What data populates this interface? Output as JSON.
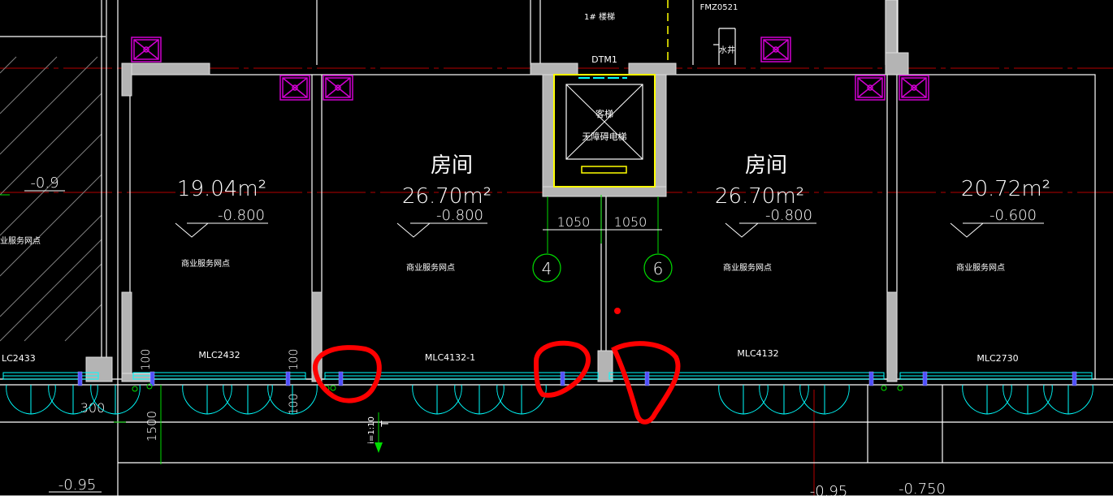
{
  "drawing": {
    "stair_label": "1# 楼梯",
    "door_fmz": "FMZ0521",
    "water_well": "水井",
    "door_dtm": "DTM1",
    "elevator_top": "客梯",
    "elevator_bottom": "无障碍电梯",
    "rooms": [
      {
        "area": "19.04m²",
        "elev": "-0.800",
        "use": "商业服务网点",
        "window": "MLC2432"
      },
      {
        "name": "房间",
        "area": "26.70m²",
        "elev": "-0.800",
        "use": "商业服务网点",
        "window": "MLC4132-1"
      },
      {
        "name": "房间",
        "area": "26.70m²",
        "elev": "-0.800",
        "use": "商业服务网点",
        "window": "MLC4132"
      },
      {
        "area": "20.72m²",
        "elev": "-0.600",
        "use": "商业服务网点",
        "window": "MLC2730"
      }
    ],
    "left_partial": {
      "elev": "-0.9",
      "use": "业服务网点",
      "window": "LC2433"
    },
    "dims": {
      "d1050_left": "1050",
      "d1050_right": "1050",
      "d300": "300",
      "d1500": "1500",
      "d100_a": "100",
      "d100_b": "100",
      "d100_c": "100"
    },
    "axes": {
      "a4": "4",
      "a6": "6"
    },
    "slope": "i=1:10",
    "bottom_elevs": {
      "left": "-0.95",
      "mid": "-0.95",
      "right": "-0.750"
    }
  },
  "colors": {
    "wall": "#b4b4b4",
    "line": "#ffffff",
    "accent_yellow": "#ffff00",
    "magenta": "#d000d0",
    "cyan": "#00ffff",
    "green": "#00dd00",
    "axis_red": "#b40000",
    "annotation_red": "#ff0000",
    "window_blue": "#5050ff"
  }
}
